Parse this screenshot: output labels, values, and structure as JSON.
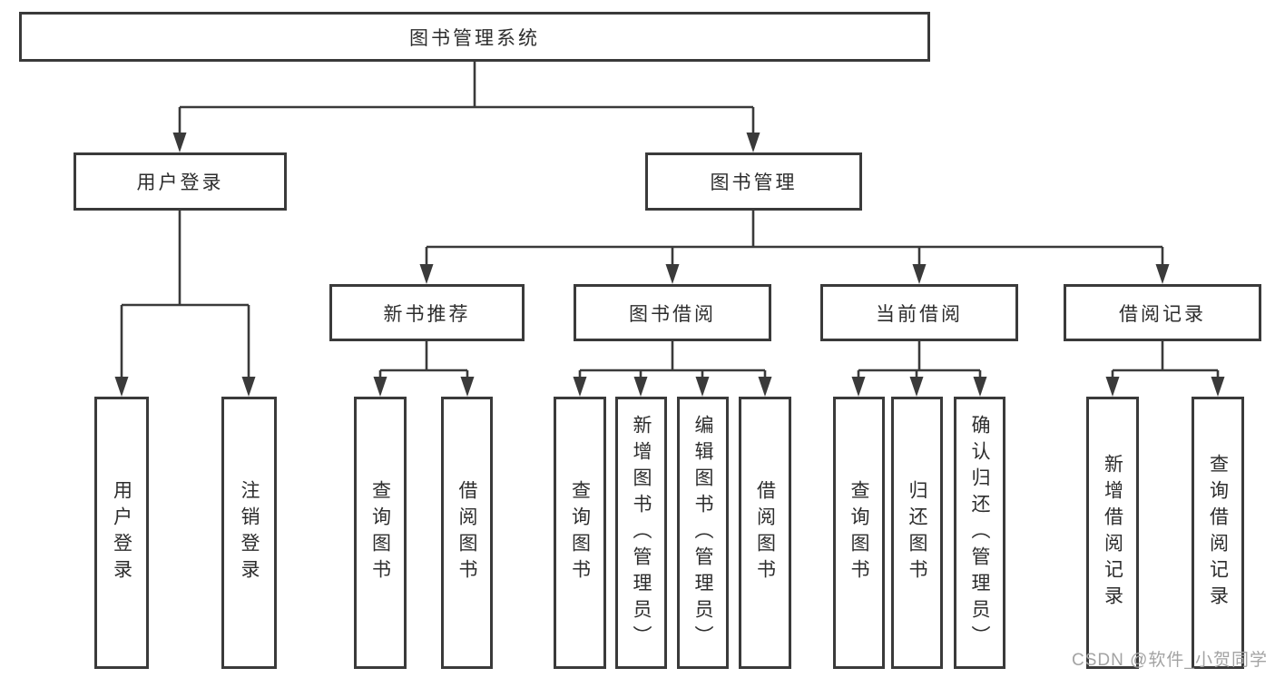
{
  "diagram": {
    "title": "图书管理系统",
    "branches": {
      "user_login": "用户登录",
      "book_mgmt": "图书管理",
      "new_book_rec": "新书推荐",
      "book_borrow": "图书借阅",
      "current_borrow": "当前借阅",
      "borrow_records": "借阅记录"
    },
    "leaves": {
      "user_login": "用户登录",
      "logout": "注销登录",
      "rec_query_books": "查询图书",
      "rec_borrow_books": "借阅图书",
      "bb_query_books": "查询图书",
      "bb_add_book_admin": "新增图书（管理员）",
      "bb_edit_book_admin": "编辑图书（管理员）",
      "bb_borrow_books": "借阅图书",
      "cb_query_books": "查询图书",
      "cb_return_books": "归还图书",
      "cb_confirm_return_admin": "确认归还（管理员）",
      "br_add_record": "新增借阅记录",
      "br_query_record": "查询借阅记录"
    }
  },
  "watermark": "CSDN @软件_小贺同学",
  "colors": {
    "line": "#3a3a3a",
    "text": "#2d2d2d",
    "watermark": "#a3a3a3",
    "background": "#ffffff"
  }
}
